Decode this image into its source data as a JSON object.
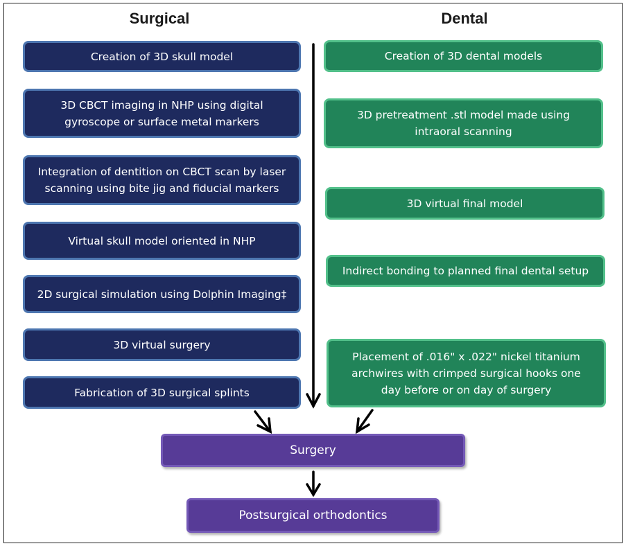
{
  "columns": {
    "surgical": {
      "title": "Surgical",
      "steps": [
        "Creation of 3D skull model",
        "3D CBCT imaging in NHP using digital gyroscope or surface metal markers",
        "Integration of dentition on CBCT scan by laser scanning using bite jig and fiducial markers",
        "Virtual skull model oriented in NHP",
        "2D surgical simulation using Dolphin Imaging‡",
        "3D virtual surgery",
        "Fabrication of 3D surgical splints"
      ]
    },
    "dental": {
      "title": "Dental",
      "steps": [
        "Creation of 3D dental models",
        "3D pretreatment .stl model made using intraoral scanning",
        "3D virtual final model",
        "Indirect bonding to planned final dental setup",
        "Placement of .016\" x .022\" nickel titanium archwires with crimped surgical hooks one day before or on day of surgery"
      ]
    }
  },
  "outcomes": {
    "surgery": "Surgery",
    "postsurgical": "Postsurgical orthodontics"
  },
  "colors": {
    "surgical_fill": "#1e2a5e",
    "surgical_border": "#4d76b0",
    "dental_fill": "#218459",
    "dental_border": "#52c08a",
    "outcome_fill": "#573b97",
    "outcome_border": "#7459b7"
  }
}
